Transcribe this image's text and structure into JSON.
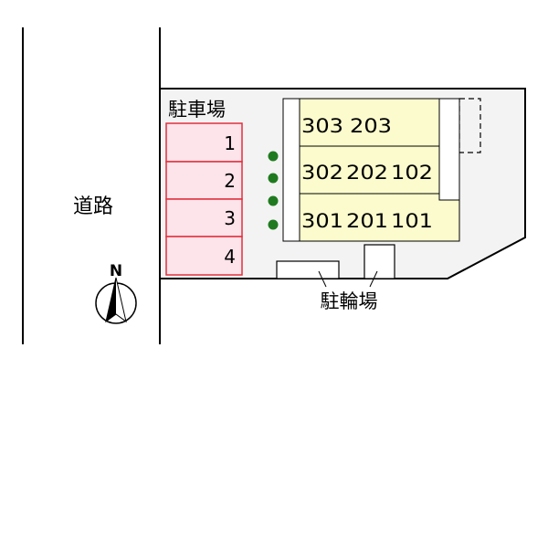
{
  "road_label": "道路",
  "parking": {
    "title": "駐車場",
    "spaces": [
      "1",
      "2",
      "3",
      "4"
    ]
  },
  "bicycle_parking_label": "駐輪場",
  "compass_label": "N",
  "building": {
    "rows": [
      {
        "units": [
          "303",
          "203"
        ]
      },
      {
        "units": [
          "302",
          "202",
          "102"
        ]
      },
      {
        "units": [
          "301",
          "201",
          "101"
        ]
      }
    ]
  },
  "colors": {
    "site_fill": "#f3f3f3",
    "building_fill": "#fbfbcd",
    "parking_fill": "#fde3ea",
    "parking_stroke": "#e0303c",
    "tree": "#1f7a1f"
  }
}
